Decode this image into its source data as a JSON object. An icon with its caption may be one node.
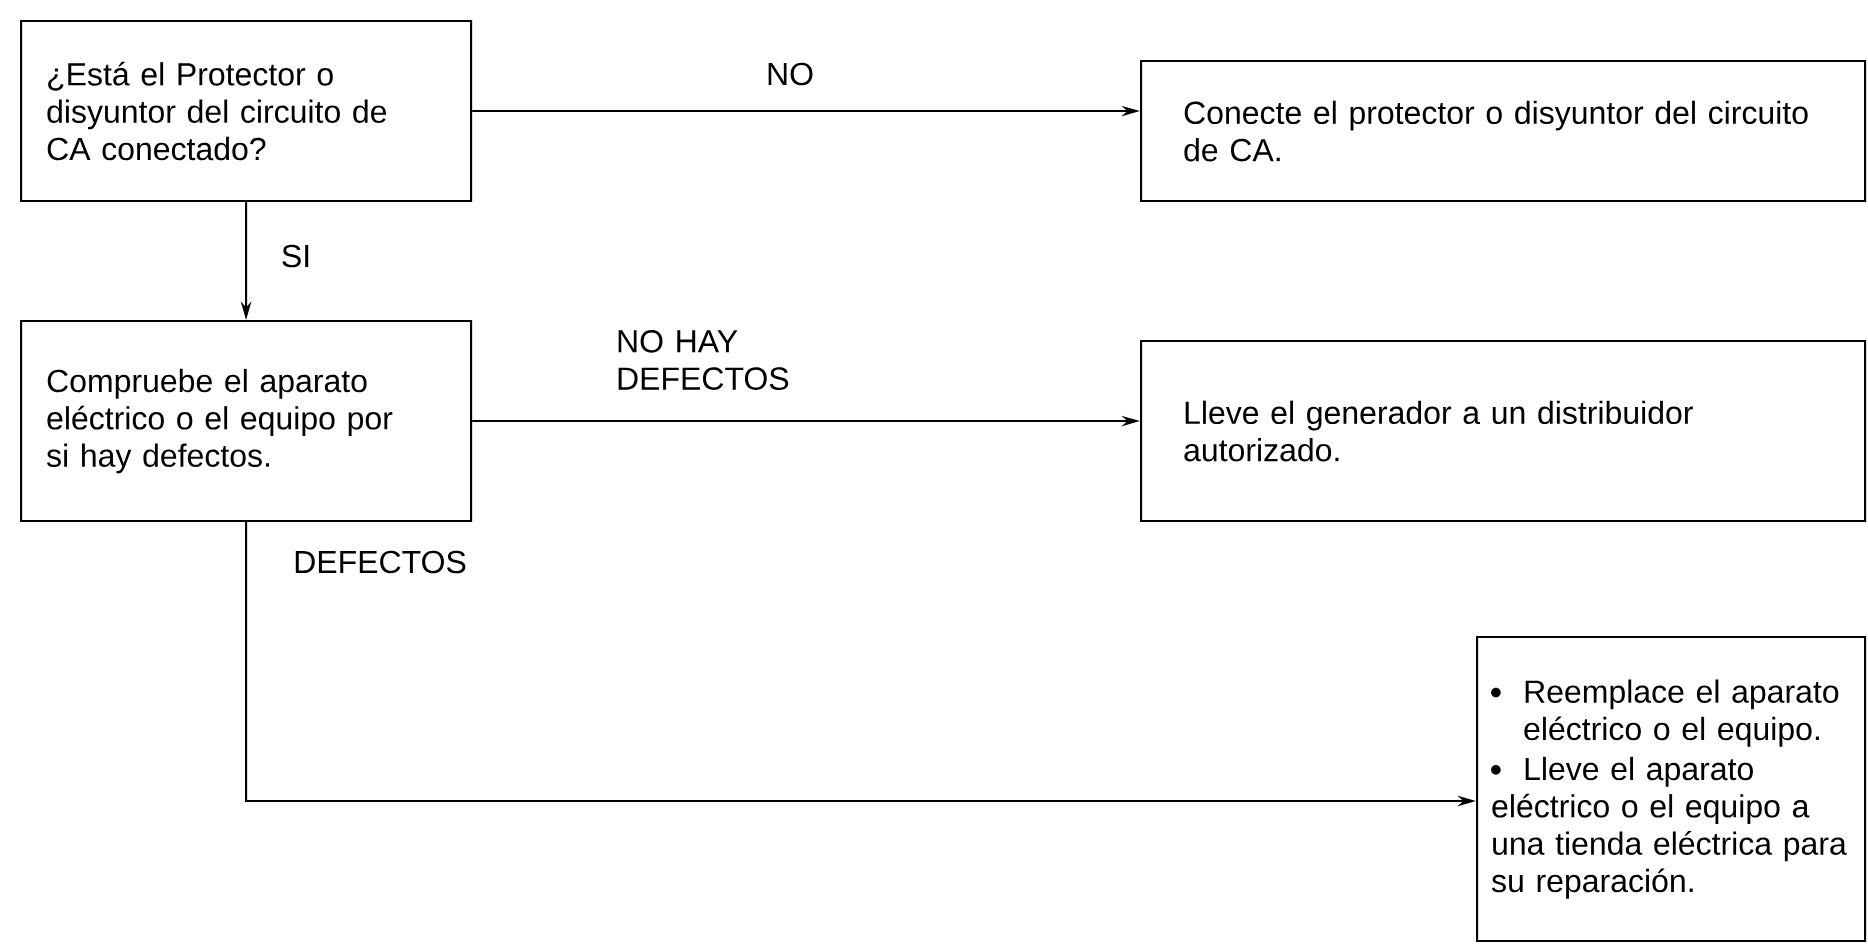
{
  "diagram": {
    "nodes": [
      {
        "text": [
          "¿Está el Protector o disyuntor del circuito de CA conectado?"
        ]
      },
      {
        "text": [
          "Conecte el protector o disyuntor del circuito de CA."
        ]
      },
      {
        "text": [
          "Compruebe el aparato eléctrico o el equipo por si hay defectos."
        ]
      },
      {
        "text": [
          "Lleve el generador a un distribuidor autorizado."
        ]
      },
      {
        "text": [
          "Reemplace el aparato eléctrico o el equipo.",
          "Lleve el aparato eléctrico o el equipo a una tienda eléctrica para su reparación."
        ]
      }
    ],
    "edges": [
      {
        "from": 0,
        "to": 1,
        "arrow": "to",
        "label": "NO"
      },
      {
        "from": 0,
        "to": 2,
        "arrow": "to",
        "label": "SI"
      },
      {
        "from": 2,
        "to": 3,
        "arrow": "to",
        "label": "NO HAY DEFECTOS"
      },
      {
        "from": 2,
        "to": 4,
        "arrow": "to",
        "label": "DEFECTOS"
      }
    ]
  }
}
